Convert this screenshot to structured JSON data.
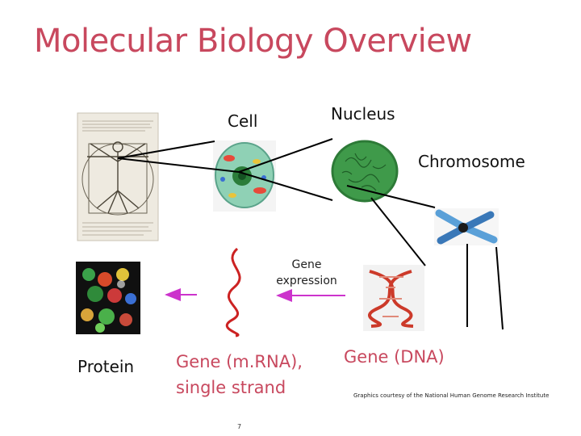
{
  "slide": {
    "title": "Molecular Biology Overview",
    "page_number": "7",
    "credit": "Graphics courtesy of the National Human Genome Research Institute"
  },
  "labels": {
    "cell": "Cell",
    "nucleus": "Nucleus",
    "chromosome": "Chromosome",
    "gene_expression_line1": "Gene",
    "gene_expression_line2": "expression",
    "protein": "Protein",
    "mrna_line1": "Gene (m.RNA),",
    "mrna_line2": "single strand",
    "dna": "Gene (DNA)"
  },
  "colors": {
    "title": "#c8485e",
    "arrow": "#cc33cc",
    "mrna": "#cc2222"
  },
  "images": {
    "human": "vitruvian-man sketch",
    "cell": "cell illustration",
    "nucleus": "nucleus illustration",
    "chromosome": "chromosome illustration",
    "dna": "dna double helix",
    "protein": "protein structure"
  }
}
